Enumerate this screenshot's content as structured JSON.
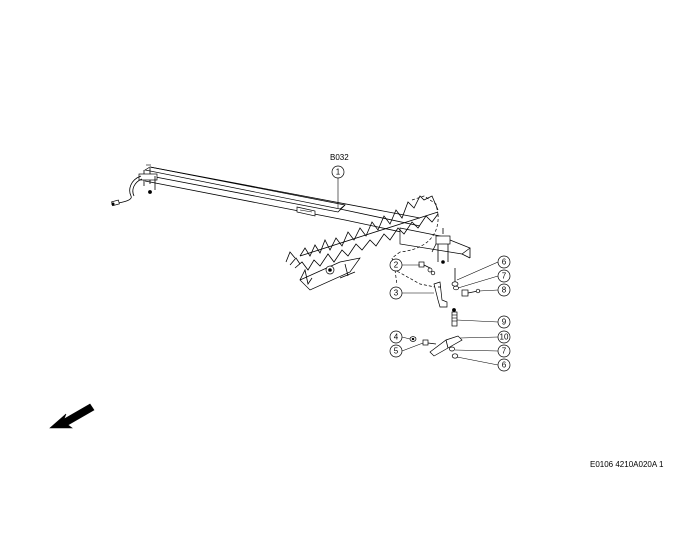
{
  "header": {
    "assembly_code": "B032"
  },
  "callouts": [
    "1",
    "2",
    "3",
    "4",
    "5",
    "6",
    "7",
    "8",
    "9",
    "10",
    "7",
    "6"
  ],
  "footer": {
    "reference": "E0106 4210A020A 1"
  }
}
